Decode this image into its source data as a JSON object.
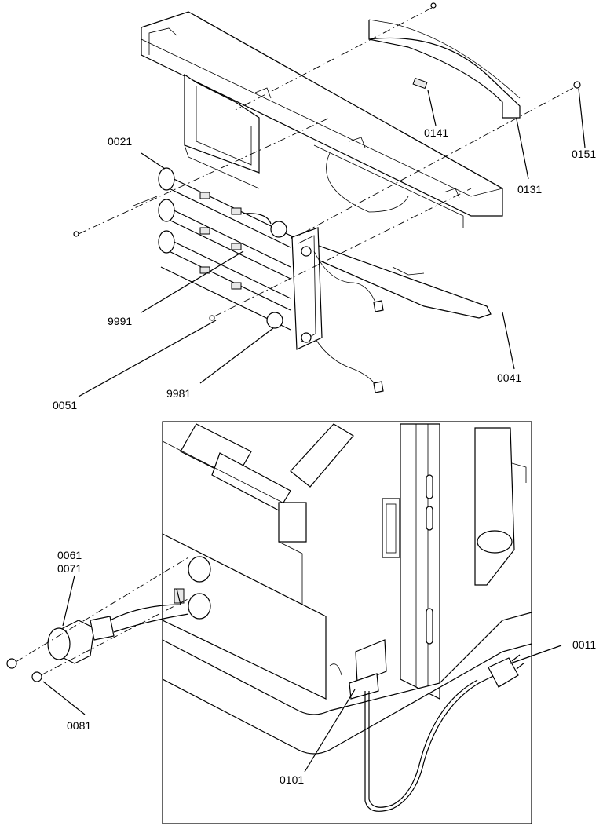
{
  "labels": {
    "p0011": "0011",
    "p0021": "0021",
    "p0041": "0041",
    "p0051": "0051",
    "p0061": "0061",
    "p0071": "0071",
    "p0081": "0081",
    "p0101": "0101",
    "p0131": "0131",
    "p0141": "0141",
    "p0151": "0151",
    "p9981": "9981",
    "p9991": "9991"
  }
}
